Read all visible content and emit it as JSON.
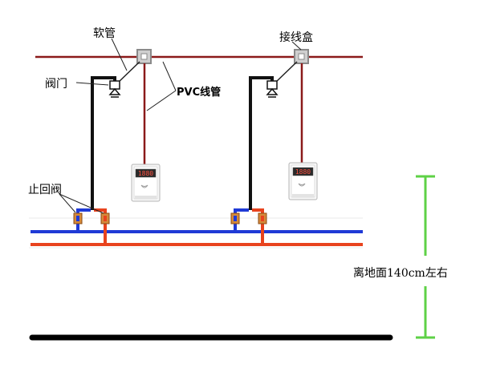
{
  "labels": {
    "hose": "软管",
    "junction_box": "接线盒",
    "valve": "阀门",
    "pvc_conduit": "PVC线管",
    "check_valve": "止回阀",
    "height": "离地面140cm左右"
  },
  "display": {
    "reading_1": "1880",
    "reading_2": "1880"
  },
  "colors": {
    "conduit": "#8b1a1a",
    "hot_pipe": "#e8431e",
    "cold_pipe": "#1f3ad6",
    "black_pipe": "#111111",
    "dimension": "#5ed146",
    "valve_body": "#d58a3a",
    "box_fill": "#cfcfcf"
  },
  "icons": [
    "ball-valve-icon",
    "junction-box-icon",
    "water-heater-icon",
    "check-valve-icon"
  ]
}
